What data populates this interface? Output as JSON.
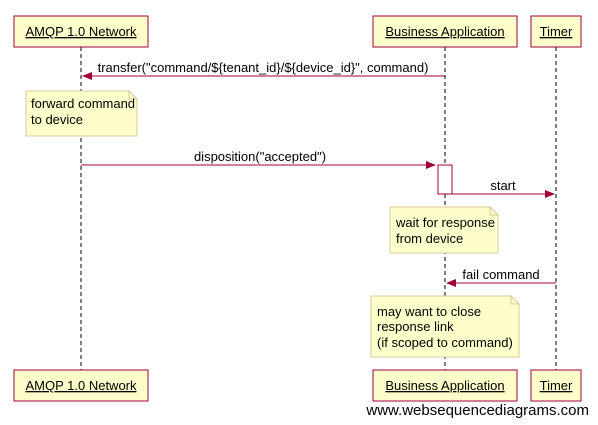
{
  "diagram": {
    "type": "sequence",
    "participants": [
      {
        "id": "network",
        "label": "AMQP 1.0 Network"
      },
      {
        "id": "app",
        "label": "Business Application"
      },
      {
        "id": "timer",
        "label": "Timer"
      }
    ],
    "messages": [
      {
        "from": "app",
        "to": "network",
        "label": "transfer(\"command/${tenant_id}/${device_id}\", command)"
      },
      {
        "from": "network",
        "to": "app",
        "label": "disposition(\"accepted\")"
      },
      {
        "from": "app",
        "to": "timer",
        "label": "start"
      },
      {
        "from": "timer",
        "to": "app",
        "label": "fail command"
      }
    ],
    "notes": [
      {
        "over": "network",
        "lines": [
          "forward command",
          "to device"
        ]
      },
      {
        "over": "app",
        "lines": [
          "wait for response",
          "from device"
        ]
      },
      {
        "over": "app",
        "lines": [
          "may want to close",
          "response link",
          "(if scoped to command)"
        ]
      }
    ],
    "watermark": "www.websequencediagrams.com"
  },
  "colors": {
    "actor_fill": "#ffffcc",
    "actor_border": "#a0003a",
    "note_fill": "#ffffcc",
    "note_border": "#d8c89a",
    "arrow": "#a0003a",
    "lifeline": "#000000"
  }
}
